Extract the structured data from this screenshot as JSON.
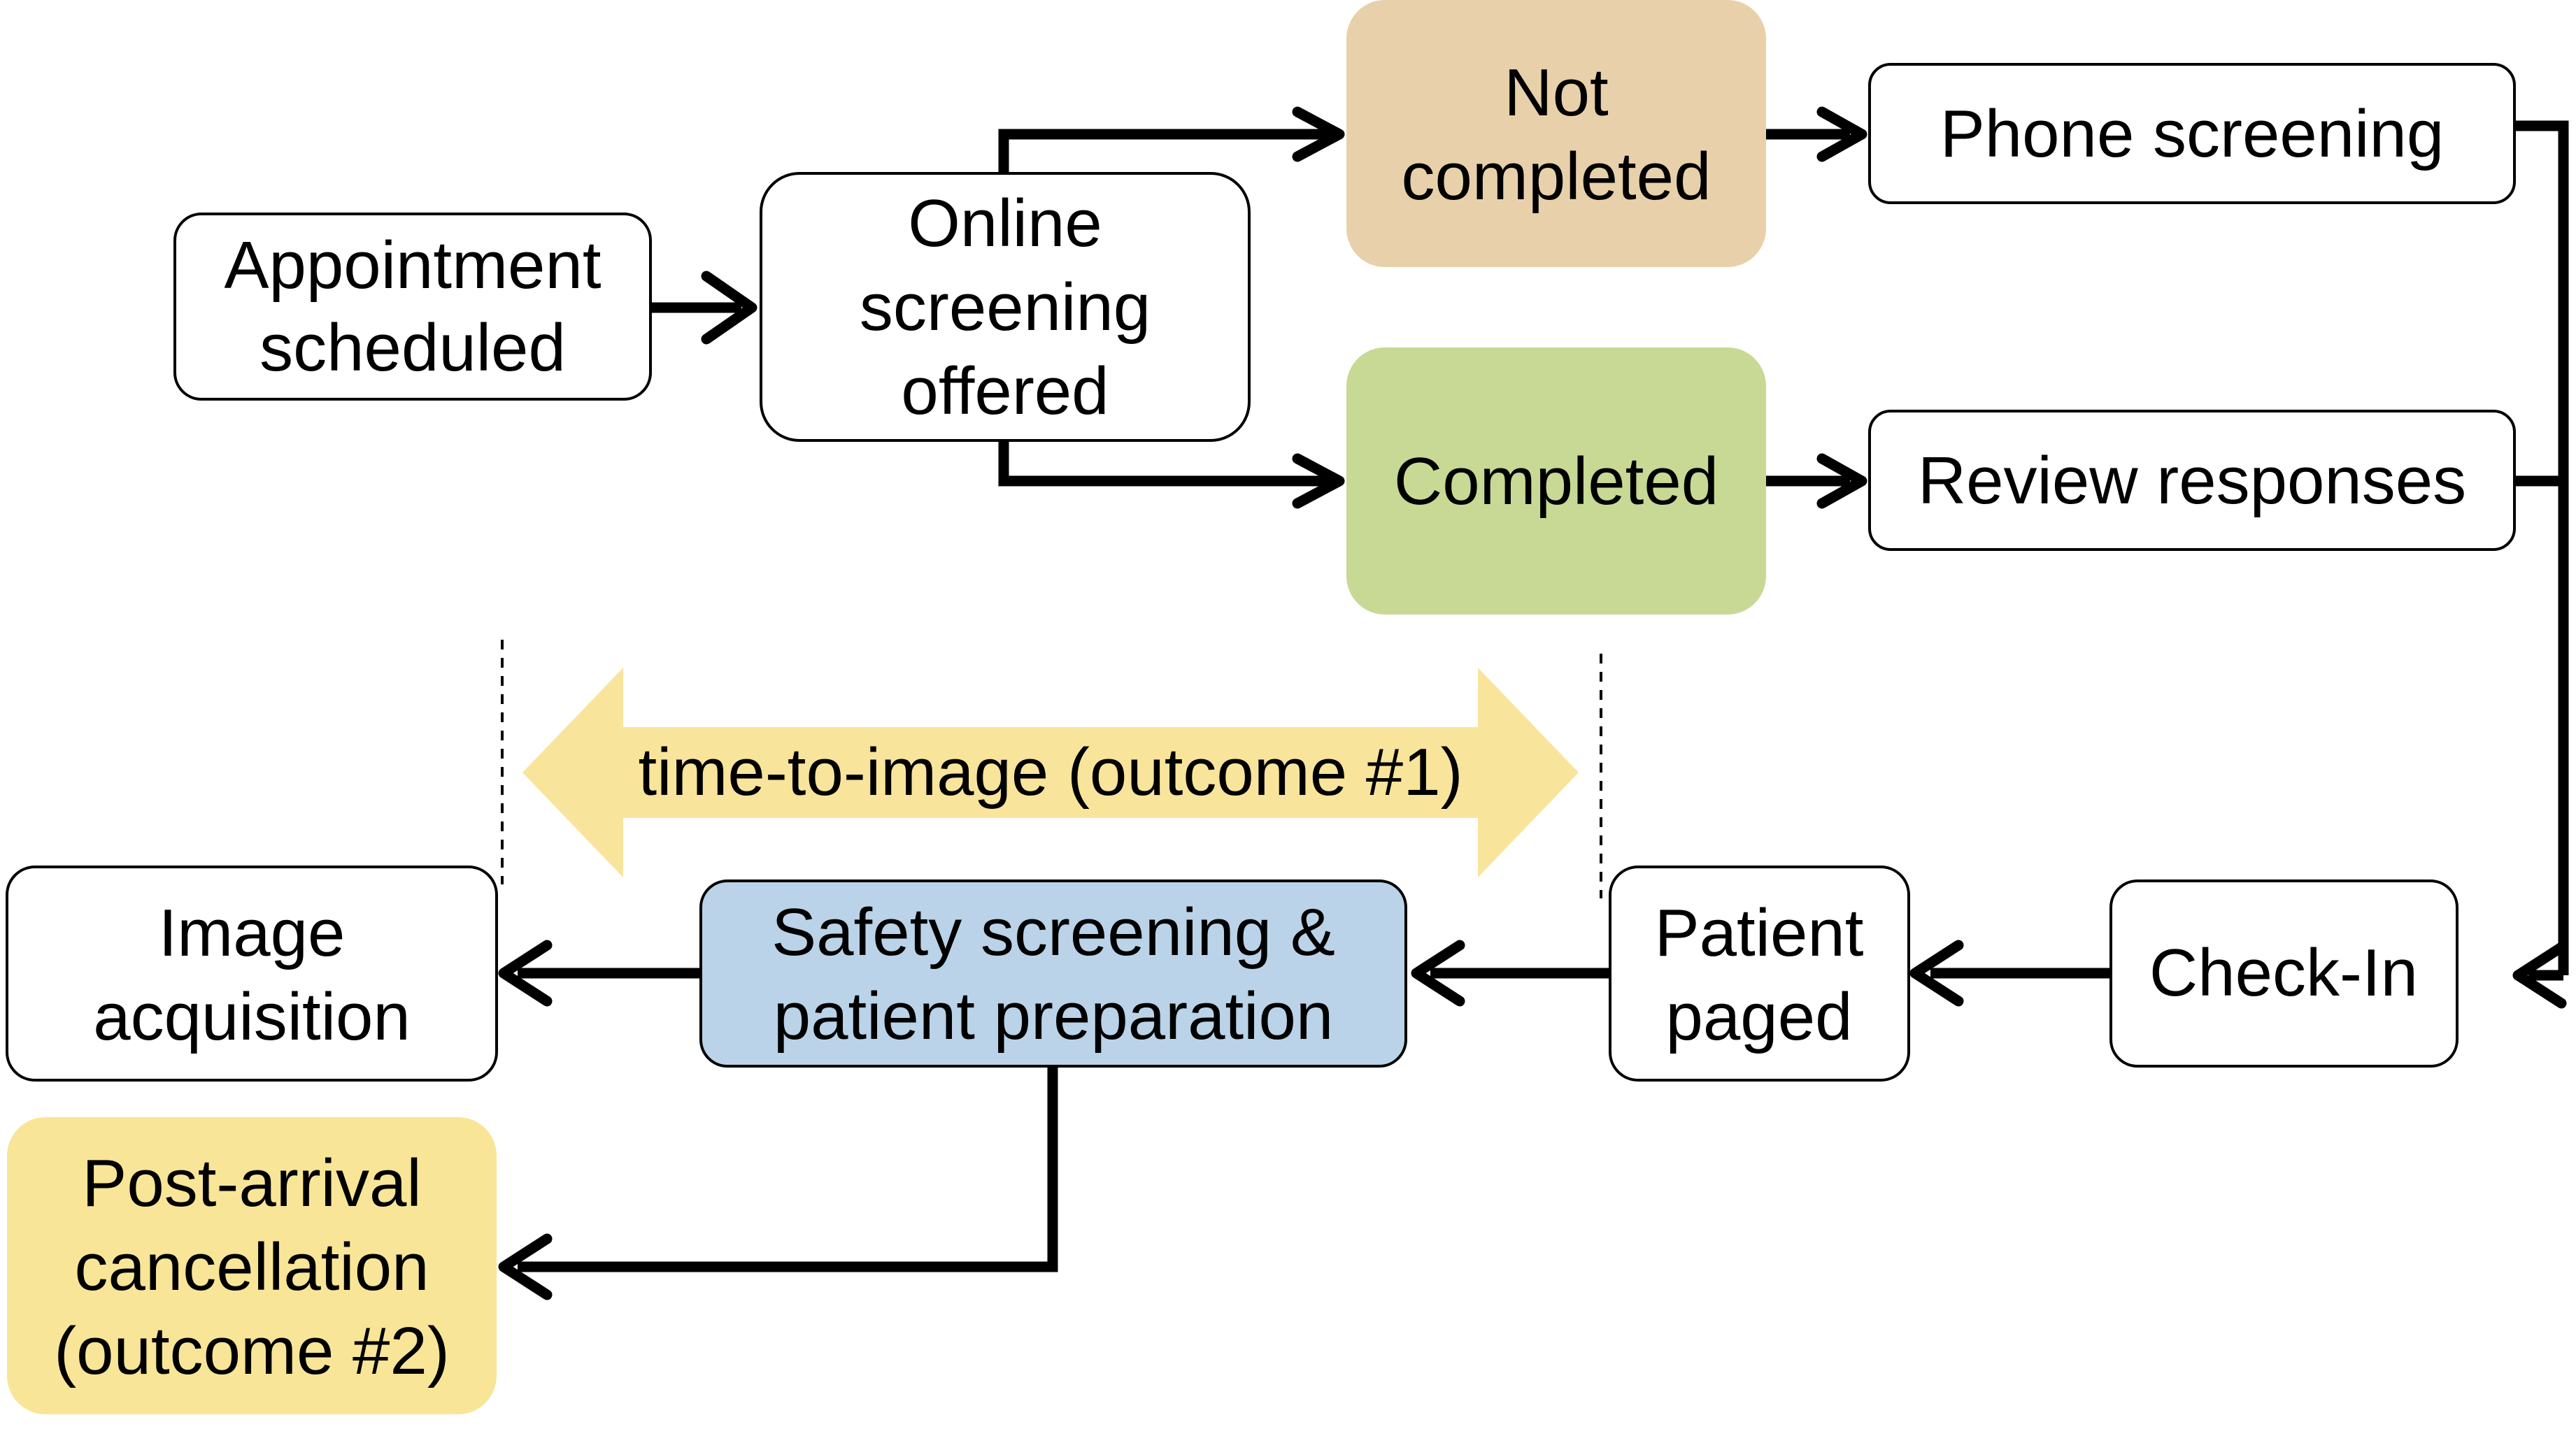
{
  "colors": {
    "not_completed": "#E8D1AA",
    "completed": "#C7D994",
    "safety": "#BAD3E8",
    "post_arrival": "#F8E597",
    "time_arrow": "#F9E49C",
    "white": "#FFFFFF",
    "line": "#000000"
  },
  "nodes": {
    "appointment": {
      "lines": [
        "Appointment",
        "scheduled"
      ]
    },
    "online": {
      "lines": [
        "Online",
        "screening",
        "offered"
      ]
    },
    "not_completed": {
      "lines": [
        "Not",
        "completed"
      ]
    },
    "completed": {
      "lines": [
        "Completed"
      ]
    },
    "phone": {
      "lines": [
        "Phone screening"
      ]
    },
    "review": {
      "lines": [
        "Review responses"
      ]
    },
    "checkin": {
      "lines": [
        "Check-In"
      ]
    },
    "paged": {
      "lines": [
        "Patient",
        "paged"
      ]
    },
    "safety": {
      "lines": [
        "Safety screening &",
        "patient preparation"
      ]
    },
    "image": {
      "lines": [
        "Image",
        "acquisition"
      ]
    },
    "post_arrival": {
      "lines": [
        "Post-arrival",
        "cancellation",
        "(outcome #2)"
      ]
    }
  },
  "time_arrow": {
    "label": "time-to-image (outcome #1)"
  }
}
